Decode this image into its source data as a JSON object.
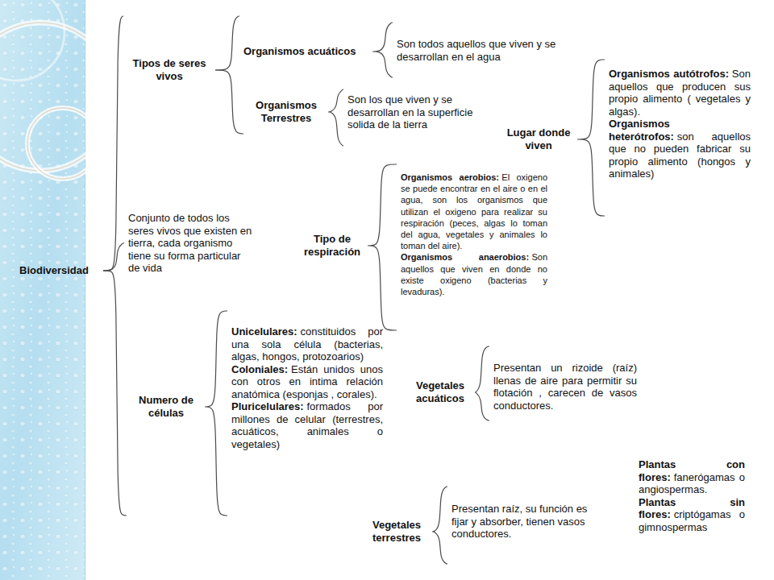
{
  "diagram": {
    "nodes": [
      {
        "text": [
          "Biodiversidad"
        ]
      },
      {
        "text": [
          "Conjunto de todos los seres vivos que existen en tierra, cada organismo tiene su forma particular de vida"
        ]
      },
      {
        "text": [
          "Tipos de seres vivos"
        ]
      },
      {
        "text": [
          "Organismos acuáticos"
        ]
      },
      {
        "text": [
          "Son todos aquellos que viven y se desarrollan en el agua"
        ]
      },
      {
        "text": [
          "Organismos Terrestres"
        ]
      },
      {
        "text": [
          "Son los que viven y se desarrollan en la superficie solida de la tierra"
        ]
      },
      {
        "text": [
          "Lugar donde viven"
        ]
      },
      {
        "text": [
          "Organismos autótrofos:",
          "Son aquellos que producen sus propio alimento ( vegetales y algas).",
          "Organismos heterótrofos:",
          "son aquellos que no pueden fabricar su propio alimento (hongos y animales)"
        ]
      },
      {
        "text": [
          "Tipo de respiración"
        ]
      },
      {
        "text": [
          "Organismos aerobios:",
          "El oxigeno se puede encontrar en el aire o en el agua, son los organismos que utilizan el oxigeno para realizar su respiración (peces, algas lo toman del agua, vegetales y animales lo toman del aire).",
          "Organismos anaerobios:",
          "Son aquellos que viven en donde no existe oxigeno (bacterias y levaduras)."
        ]
      },
      {
        "text": [
          "Numero de células"
        ]
      },
      {
        "text": [
          "Unicelulares:",
          "constituidos por una sola célula (bacterias, algas, hongos, protozoarios)",
          "Coloniales:",
          "Están unidos unos con otros en intima relación anatómica (esponjas , corales).",
          "Pluricelulares:",
          "formados por millones de celular (terrestres, acuáticos, animales o vegetales)"
        ]
      },
      {
        "text": [
          "Vegetales acuáticos"
        ]
      },
      {
        "text": [
          "Presentan un rizoide (raíz) llenas de aire para permitir su flotación , carecen de vasos conductores."
        ]
      },
      {
        "text": [
          "Plantas con flores:",
          "fanerógamas o angiospermas.",
          "Plantas sin flores:",
          "criptógamas o gimnospermas"
        ]
      },
      {
        "text": [
          "Vegetales terrestres"
        ]
      },
      {
        "text": [
          "Presentan raíz, su función es fijar y absorber, tienen vasos conductores."
        ]
      }
    ],
    "edges": [
      {
        "from": 0,
        "to": 2,
        "arrow": "none"
      },
      {
        "from": 0,
        "to": 1,
        "arrow": "none"
      },
      {
        "from": 0,
        "to": 11,
        "arrow": "none"
      },
      {
        "from": 2,
        "to": 3,
        "arrow": "none"
      },
      {
        "from": 2,
        "to": 5,
        "arrow": "none"
      },
      {
        "from": 3,
        "to": 4,
        "arrow": "none"
      },
      {
        "from": 5,
        "to": 6,
        "arrow": "none"
      },
      {
        "from": 7,
        "to": 8,
        "arrow": "none"
      },
      {
        "from": 9,
        "to": 10,
        "arrow": "none"
      },
      {
        "from": 11,
        "to": 12,
        "arrow": "none"
      },
      {
        "from": 13,
        "to": 14,
        "arrow": "none"
      },
      {
        "from": 16,
        "to": 17,
        "arrow": "none"
      }
    ]
  }
}
